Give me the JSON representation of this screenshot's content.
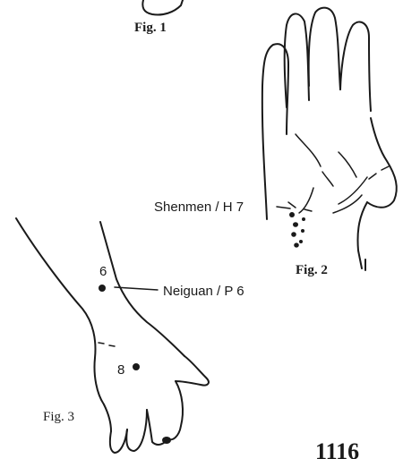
{
  "figures": {
    "fig1": "Fig. 1",
    "fig2": "Fig. 2",
    "fig3": "Fig. 3"
  },
  "points": {
    "shenmen": "Shenmen / H 7",
    "neiguan": "Neiguan / P 6",
    "num6": "6",
    "num8": "8"
  },
  "page_mark": "1116"
}
